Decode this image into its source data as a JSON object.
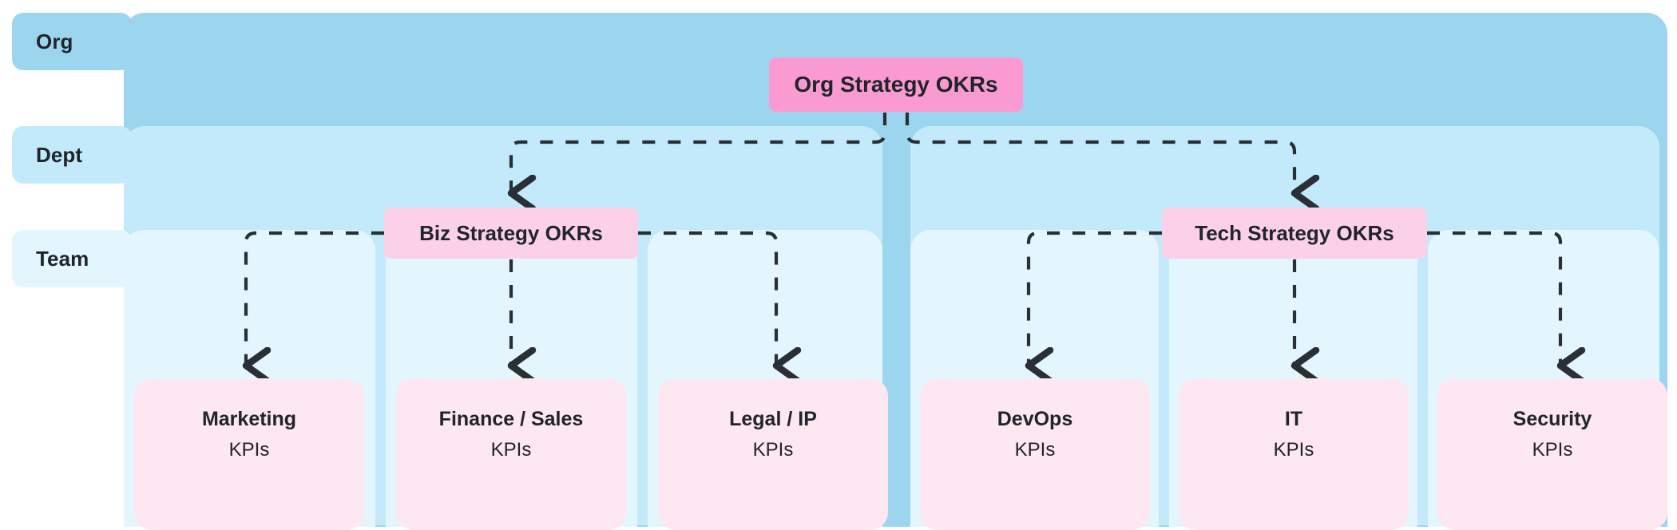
{
  "lanes": [
    {
      "id": "org",
      "label": "Org",
      "color": "#9BD6EE"
    },
    {
      "id": "dept",
      "label": "Dept",
      "color": "#C3EAFA"
    },
    {
      "id": "team",
      "label": "Team",
      "color": "#E4F6FD"
    }
  ],
  "nodes": {
    "org": {
      "label": "Org Strategy OKRs",
      "color": "#F99BD2"
    },
    "biz": {
      "label": "Biz Strategy OKRs",
      "color": "#FBD1E8"
    },
    "tech": {
      "label": "Tech Strategy OKRs",
      "color": "#FBD1E8"
    }
  },
  "teams": [
    {
      "title": "Marketing",
      "subtitle": "KPIs",
      "parent": "biz"
    },
    {
      "title": "Finance / Sales",
      "subtitle": "KPIs",
      "parent": "biz"
    },
    {
      "title": "Legal / IP",
      "subtitle": "KPIs",
      "parent": "biz"
    },
    {
      "title": "DevOps",
      "subtitle": "KPIs",
      "parent": "tech"
    },
    {
      "title": "IT",
      "subtitle": "KPIs",
      "parent": "tech"
    },
    {
      "title": "Security",
      "subtitle": "KPIs",
      "parent": "tech"
    }
  ],
  "colors": {
    "lane_org": "#9BD6EE",
    "lane_dept": "#C3EAFA",
    "lane_team": "#E4F6FD",
    "node_org": "#F99BD2",
    "node_dept": "#FBD1E8",
    "card_team": "#FDE7F1",
    "connector": "#2A2E35",
    "text": "#20242B",
    "background": "#FFFFFF"
  },
  "connectors": {
    "style": "dashed",
    "arrow": "down",
    "edges": [
      {
        "from": "org",
        "to": "biz"
      },
      {
        "from": "org",
        "to": "tech"
      },
      {
        "from": "biz",
        "to": "Marketing"
      },
      {
        "from": "biz",
        "to": "Finance / Sales"
      },
      {
        "from": "biz",
        "to": "Legal / IP"
      },
      {
        "from": "tech",
        "to": "DevOps"
      },
      {
        "from": "tech",
        "to": "IT"
      },
      {
        "from": "tech",
        "to": "Security"
      }
    ]
  }
}
